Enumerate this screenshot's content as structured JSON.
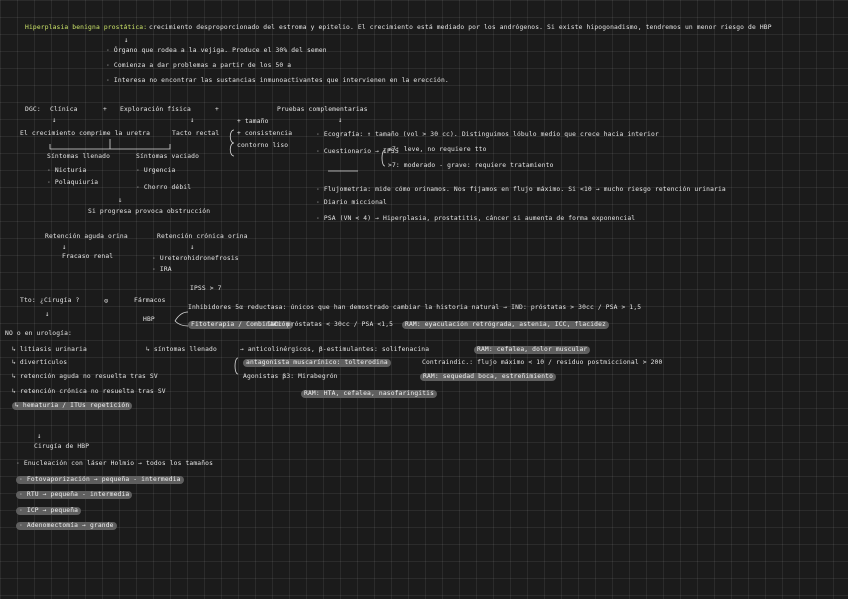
{
  "header": {
    "title": "Hiperplasia benigna prostática:",
    "definition": "crecimiento desproporcionado del estroma y epitelio. El crecimiento está mediado por los andrógenos. Si existe hipogonadismo, tendremos un menor riesgo de HBP",
    "bullets": [
      "· Órgano que rodea a la vejiga. Produce el 30% del semen",
      "· Comienza a dar problemas a partir de los 50 a",
      "· Interesa no encontrar las sustancias inmunoactivantes que intervienen en la erección."
    ]
  },
  "diagnosis": {
    "dgc_label": "DGC:",
    "clinica": "Clínica",
    "plus1": "+",
    "exploracion": "Exploración física",
    "plus2": "+",
    "pruebas": "Pruebas complementarias",
    "crecimiento": "El crecimiento comprime la uretra",
    "tacto_rectal": "Tacto rectal",
    "tacto_items": [
      "+ tamaño",
      "+ consistencia",
      "contorno liso"
    ],
    "llenado": "Síntomas llenado",
    "llenado_items": [
      "· Nicturia",
      "· Polaquiuria"
    ],
    "vaciado": "Síntomas vaciado",
    "vaciado_items": [
      "· Urgencia",
      "· Chorro débil"
    ],
    "progresa": "Si progresa provoca obstrucción",
    "retencion": "Retención aguda orina",
    "fracaso": "Fracaso renal",
    "retencion_cronica": "Retención crónica orina",
    "cronica_items": [
      "· Ureterohidronefrosis",
      "· IRA"
    ]
  },
  "pruebas": {
    "ecografia": "· Ecografía: ↑ tamaño (vol > 30 cc). Distinguimos lóbulo medio que crece hacia interior",
    "cuestionario": "· Cuestionario → IPSS",
    "ipss_lt7": "<7: leve, no requiere tto",
    "ipss_gt7": ">7: moderado - grave: requiere tratamiento",
    "flujometria": "· Flujometría: mide cómo orinamos. Nos fijamos en flujo máximo. Si <10 → mucho riesgo retención urinaria",
    "diario": "· Diario miccional",
    "psa": "· PSA (VN < 4) → Hiperplasia, prostatitis, cáncer si aumenta de forma exponencial"
  },
  "treatment": {
    "tto_label": "Tto:",
    "cirugia_q": "¿Cirugía ?",
    "no_label": "NO",
    "farmacos": "Fármacos",
    "ipss_gt7": "IPSS > 7",
    "hbp_label": "HBP",
    "inhibidores": "Inhibidores 5α reductasa: únicos que han demostrado cambiar la historia natural → IND: próstatas > 30cc / PSA > 1,5",
    "fitoterapia_line": "Fitoterapia / Combinación",
    "fitoterapia_ind": "IND: próstatas < 30cc / PSA <1,5",
    "fitoterapia_ram": "RAM: eyaculación retrógrada, astenia, ICC, flacidez",
    "si_cirugia": "NO o en urología:",
    "urology_items": [
      "↳ litiasis urinaria",
      "↳ divertículos",
      "↳ retención aguda no resuelta tras SV",
      "↳ retención crónica no resuelta tras SV",
      "↳ hematuria / ITUs repetición"
    ],
    "sintomas_llenado": "↳ síntomas llenado",
    "anticolinergicos": "→ anticolinérgicos, β-estimulantes: solifenacina",
    "anticolinergicos_ram": "RAM: cefalea, dolor muscular",
    "antagonista": "antagonista muscarínico: tolterodina",
    "contraind": "Contraindic.: flujo máximo < 10 / residuo postmiccional > 200",
    "agonistas": "Agonistas β3: Mirabegrón",
    "agonistas_ram": "RAM: sequedad boca, estreñimiento",
    "ram_hta": "RAM: HTA, cefalea, nasofaringitis"
  },
  "surgery": {
    "cirugia_hbp": "Cirugía de HBP",
    "items": [
      "· Enucleación con láser Holmio → todos los tamaños",
      "· Fotovaporización → pequeña - intermedia",
      "· RTU → pequeña - intermedia",
      "· ICP → pequeña",
      "· Adenomectomía → grande"
    ]
  }
}
